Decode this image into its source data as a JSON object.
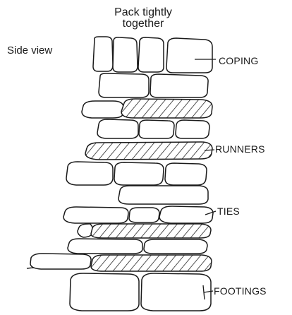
{
  "title": {
    "line1": "Pack tightly",
    "line2": "together"
  },
  "view_label": "Side view",
  "callouts": {
    "coping": "COPING",
    "runners": "RUNNERS",
    "ties": "TIES",
    "footings": "FOOTINGS"
  },
  "colors": {
    "ink": "#1a1a1a",
    "background": "#ffffff"
  }
}
